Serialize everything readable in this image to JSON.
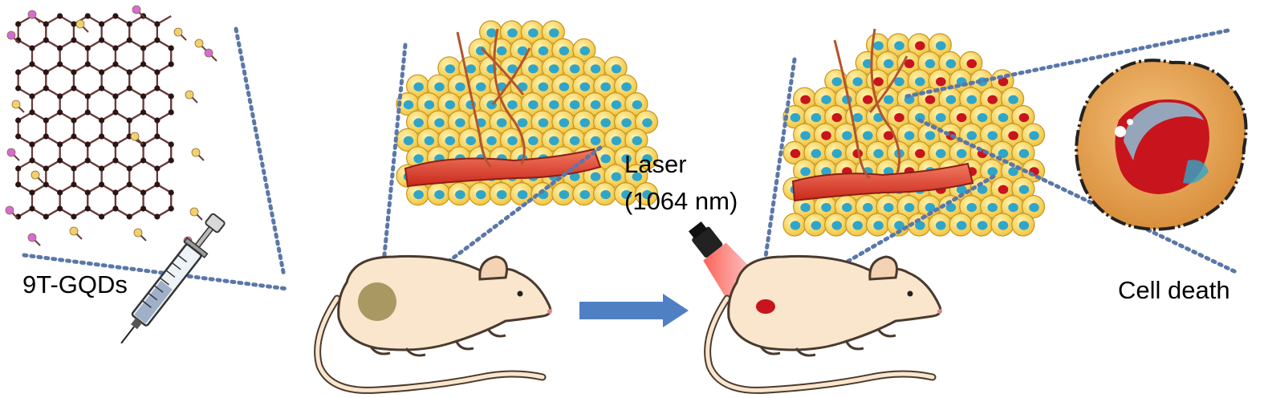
{
  "labels": {
    "material": "9T-GQDs",
    "laser": "Laser",
    "wavelength": "(1064 nm)",
    "outcome": "Cell death"
  },
  "colors": {
    "guide_lines": "#5a77a8",
    "arrow": "#4f80c4",
    "mouse_body": "#f9e6cd",
    "mouse_outline": "#4a3a2e",
    "cell_yellow": "#f7d353",
    "cell_nucleus": "#2fa6c9",
    "vessel_red": "#e0412e",
    "laser_red": "#e8251f",
    "tumor_spot_before": "#9b8a4f",
    "tumor_spot_after": "#c8141c",
    "dying_cell_body": "#e9a95a",
    "dying_cell_core": "#c8141c",
    "atom_carbon": "#2a1414",
    "atom_sulfur": "#f2d16b",
    "atom_terminal": "#d66bd8"
  },
  "icons": [
    "graphene-quantum-dot-lattice",
    "syringe-icon",
    "tumor-cluster",
    "mouse",
    "laser-pointer-icon",
    "dying-cell"
  ]
}
